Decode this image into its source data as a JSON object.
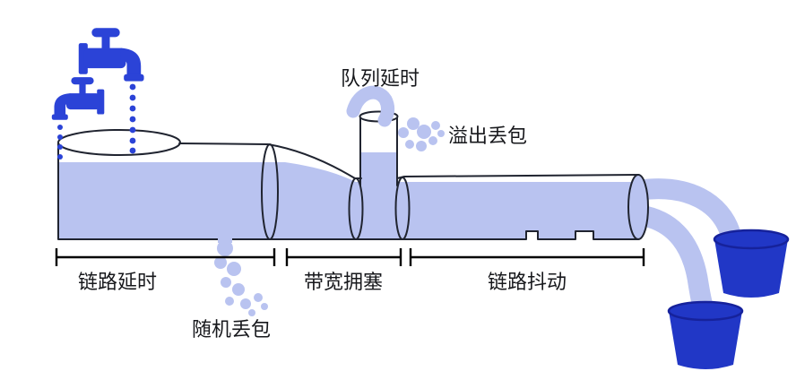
{
  "diagram": {
    "labels": {
      "queue_delay": "队列延时",
      "overflow_loss": "溢出丢包",
      "link_delay": "链路延时",
      "random_loss": "随机丢包",
      "bandwidth_congestion": "带宽拥塞",
      "link_jitter": "链路抖动"
    },
    "colors": {
      "pipe": "#b9c3f0",
      "faucet": "#2b43d7",
      "bucket": "#2137c6",
      "outline": "#202430",
      "text": "#17181c",
      "background": "#ffffff"
    },
    "icons": {
      "inputs": [
        "faucet-icon",
        "faucet-icon"
      ],
      "outputs": [
        "bucket-icon",
        "bucket-icon"
      ]
    }
  }
}
